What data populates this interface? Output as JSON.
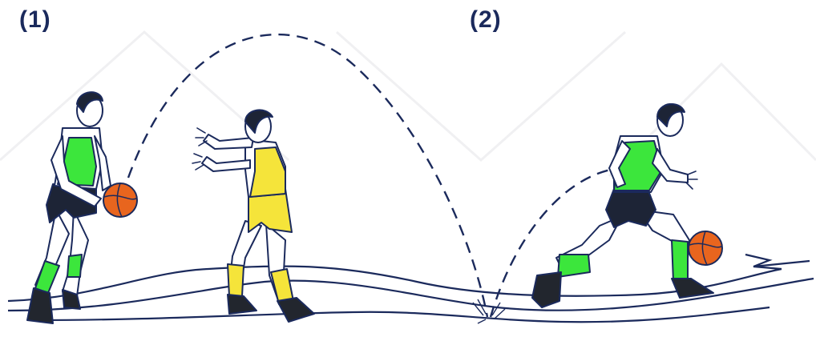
{
  "panels": [
    {
      "label": "(1)"
    },
    {
      "label": "(2)"
    }
  ],
  "colors": {
    "ink": "#1b2a5c",
    "green": "#3ce63c",
    "yellow": "#f5e43a",
    "ball": "#e8651e",
    "shorts_dark": "#1d2436"
  },
  "icons": [
    "bounce-pass-path",
    "dribble-path",
    "court-floor-lines"
  ]
}
